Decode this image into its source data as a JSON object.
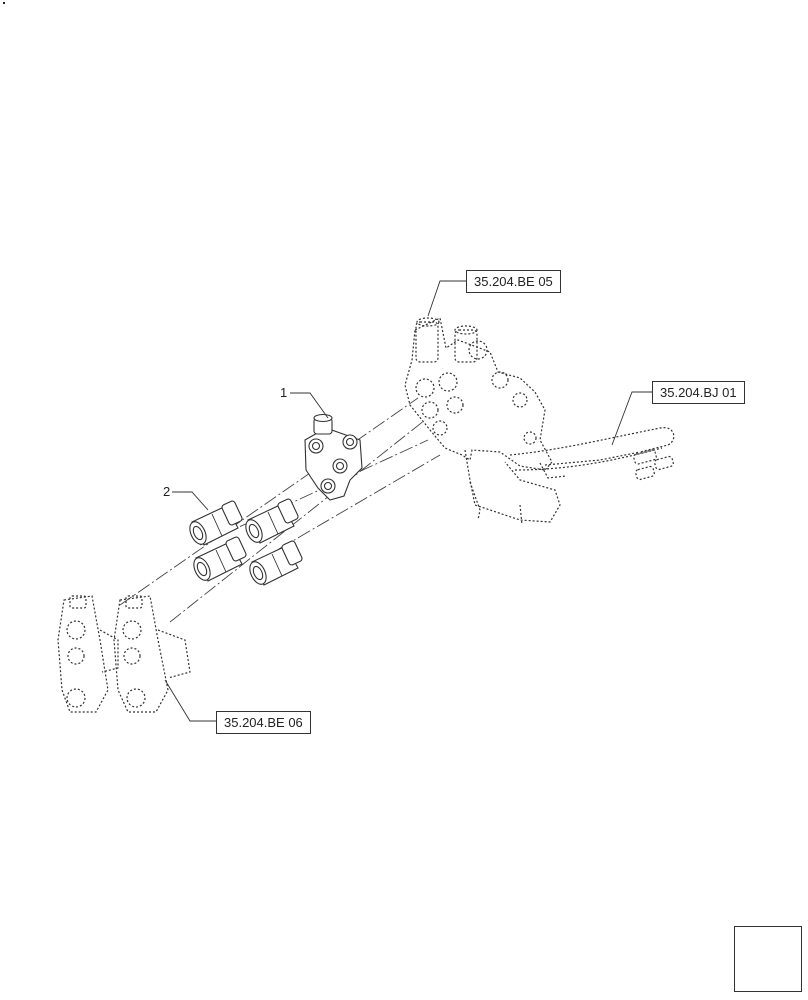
{
  "items": [
    {
      "number": "1"
    },
    {
      "number": "2"
    }
  ],
  "references": [
    {
      "label": "35.204.BE 05"
    },
    {
      "label": "35.204.BJ 01"
    },
    {
      "label": "35.204.BE 06"
    }
  ],
  "navigation": {
    "icon": "next-page-arrow-icon"
  }
}
